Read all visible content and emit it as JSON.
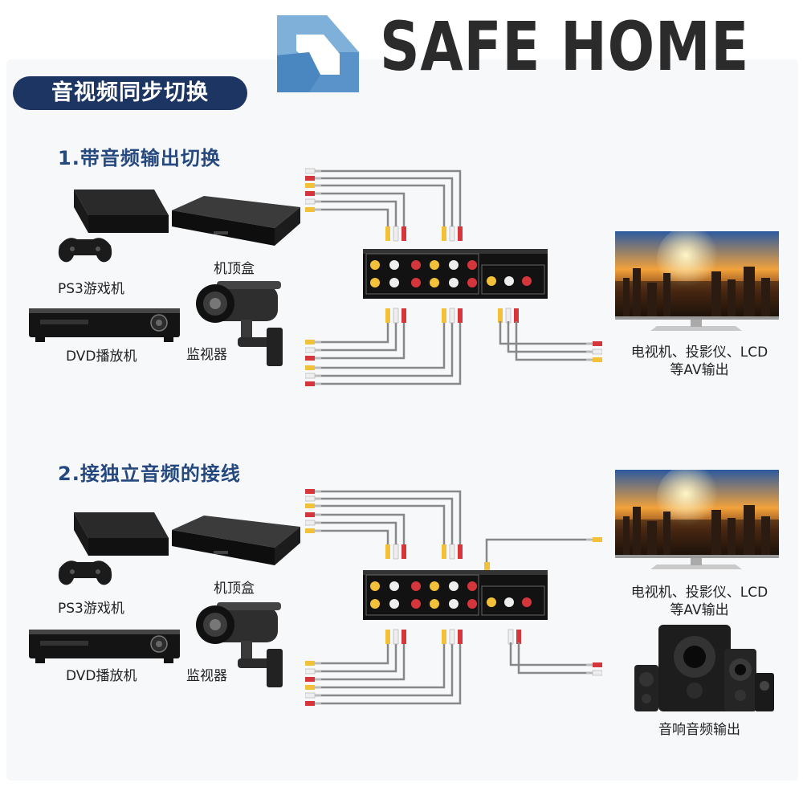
{
  "brand": {
    "name": "SAFE HOME"
  },
  "header": {
    "badge": "音视频同步切换"
  },
  "sections": [
    {
      "title": "1.带音频输出切换",
      "devices": {
        "ps3": "PS3游戏机",
        "settop": "机顶盒",
        "dvd": "DVD播放机",
        "camera": "监视器"
      },
      "output": {
        "line1": "电视机、投影仪、LCD",
        "line2": "等AV输出"
      }
    },
    {
      "title": "2.接独立音频的接线",
      "devices": {
        "ps3": "PS3游戏机",
        "settop": "机顶盒",
        "dvd": "DVD播放机",
        "camera": "监视器"
      },
      "output": {
        "line1": "电视机、投影仪、LCD",
        "line2": "等AV输出",
        "audio": "音响音频输出"
      }
    }
  ],
  "colors": {
    "badge": "#1c3563",
    "title": "#25487f",
    "cable_yellow": "#f3c03a",
    "cable_white": "#eeeeee",
    "cable_red": "#d4363b"
  }
}
